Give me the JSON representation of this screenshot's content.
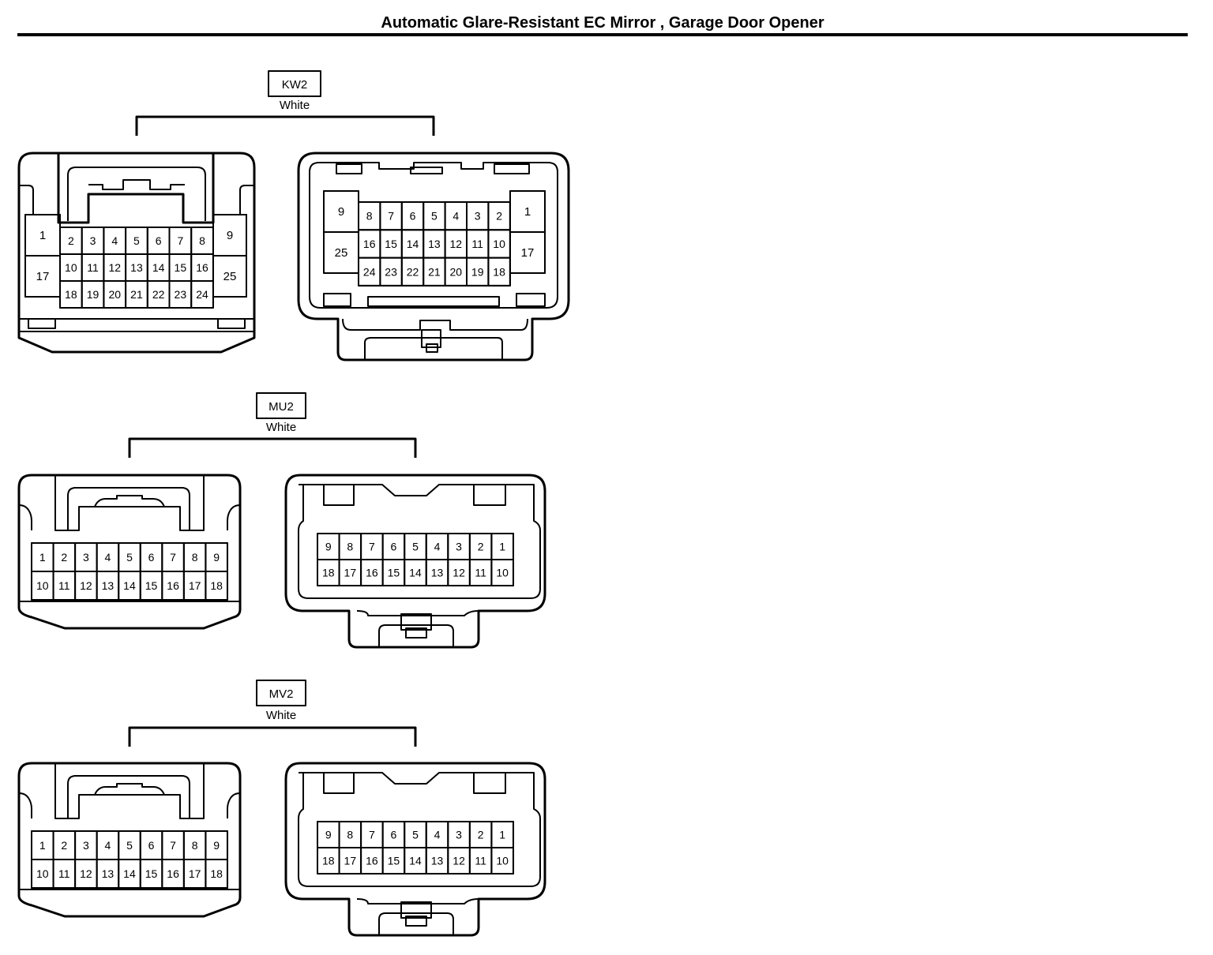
{
  "page": {
    "title": "Automatic Glare-Resistant EC Mirror , Garage Door Opener"
  },
  "connectors": [
    {
      "code": "KW2",
      "color": "White",
      "male": {
        "left_col": [
          "1",
          "17"
        ],
        "grid_rows": [
          [
            "2",
            "3",
            "4",
            "5",
            "6",
            "7",
            "8"
          ],
          [
            "10",
            "11",
            "12",
            "13",
            "14",
            "15",
            "16"
          ],
          [
            "18",
            "19",
            "20",
            "21",
            "22",
            "23",
            "24"
          ]
        ],
        "right_col": [
          "9",
          "25"
        ]
      },
      "female": {
        "left_col": [
          "9",
          "25"
        ],
        "grid_rows": [
          [
            "8",
            "7",
            "6",
            "5",
            "4",
            "3",
            "2"
          ],
          [
            "16",
            "15",
            "14",
            "13",
            "12",
            "11",
            "10"
          ],
          [
            "24",
            "23",
            "22",
            "21",
            "20",
            "19",
            "18"
          ]
        ],
        "right_col": [
          "1",
          "17"
        ]
      }
    },
    {
      "code": "MU2",
      "color": "White",
      "male": {
        "grid_rows": [
          [
            "1",
            "2",
            "3",
            "4",
            "5",
            "6",
            "7",
            "8",
            "9"
          ],
          [
            "10",
            "11",
            "12",
            "13",
            "14",
            "15",
            "16",
            "17",
            "18"
          ]
        ]
      },
      "female": {
        "grid_rows": [
          [
            "9",
            "8",
            "7",
            "6",
            "5",
            "4",
            "3",
            "2",
            "1"
          ],
          [
            "18",
            "17",
            "16",
            "15",
            "14",
            "13",
            "12",
            "11",
            "10"
          ]
        ]
      }
    },
    {
      "code": "MV2",
      "color": "White",
      "male": {
        "grid_rows": [
          [
            "1",
            "2",
            "3",
            "4",
            "5",
            "6",
            "7",
            "8",
            "9"
          ],
          [
            "10",
            "11",
            "12",
            "13",
            "14",
            "15",
            "16",
            "17",
            "18"
          ]
        ]
      },
      "female": {
        "grid_rows": [
          [
            "9",
            "8",
            "7",
            "6",
            "5",
            "4",
            "3",
            "2",
            "1"
          ],
          [
            "18",
            "17",
            "16",
            "15",
            "14",
            "13",
            "12",
            "11",
            "10"
          ]
        ]
      }
    }
  ]
}
